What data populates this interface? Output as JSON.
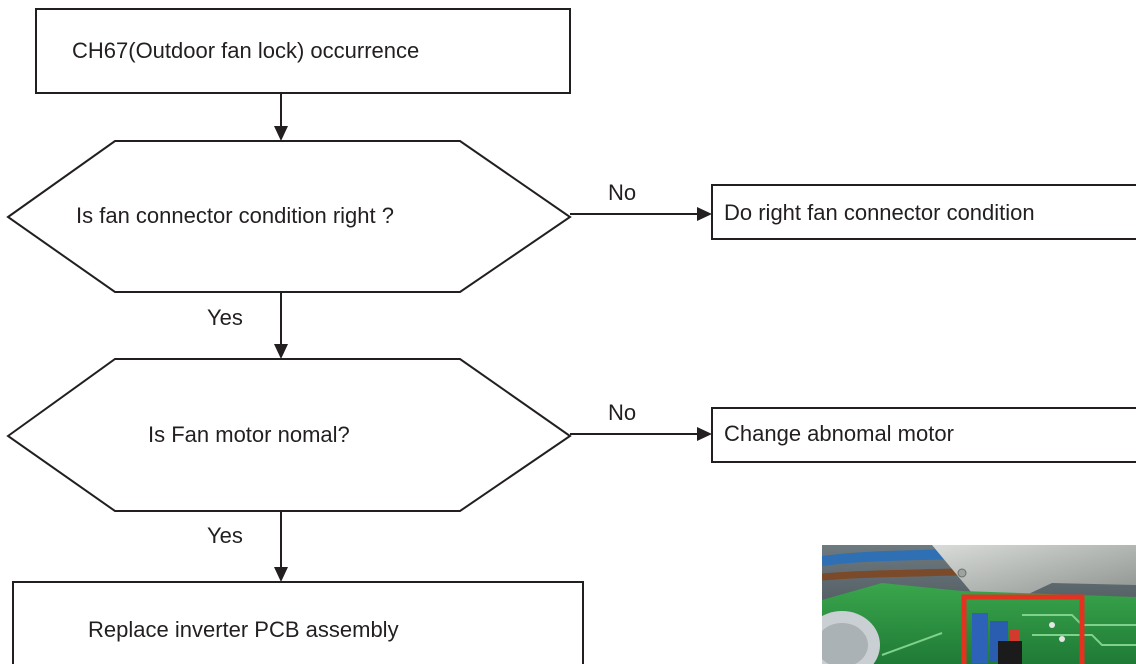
{
  "flowchart": {
    "start": "CH67(Outdoor fan lock) occurrence",
    "decision_1": "Is fan connector condition right ?",
    "decision_1_no_label": "No",
    "action_1": "Do right fan connector condition",
    "decision_1_yes_label": "Yes",
    "decision_2": "Is Fan motor nomal?",
    "decision_2_no_label": "No",
    "action_2": "Change abnomal motor",
    "decision_2_yes_label": "Yes",
    "end": "Replace inverter PCB assembly"
  },
  "colors": {
    "line": "#231f20",
    "highlight": "#e3321f"
  },
  "photo": {
    "subject": "inverter-pcb-fan-connector-photo"
  }
}
